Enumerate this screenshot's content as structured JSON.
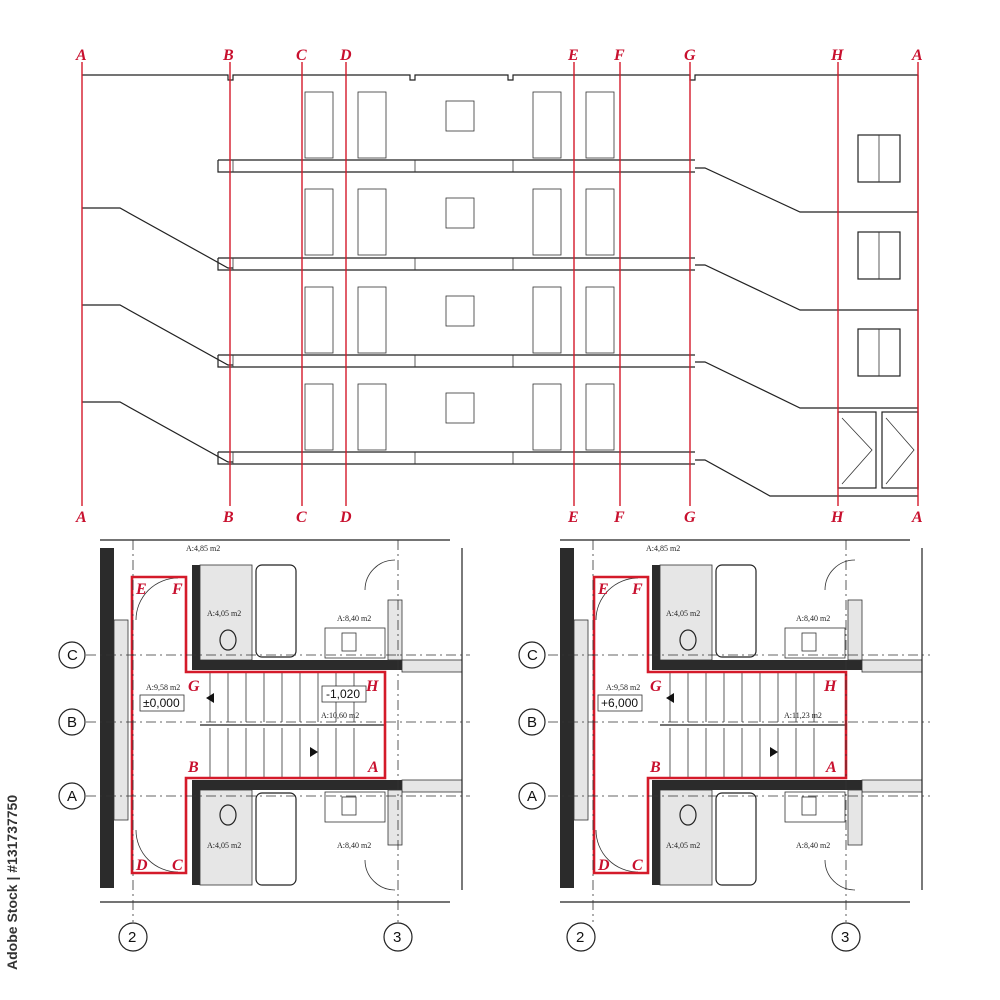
{
  "elevation": {
    "top_labels": [
      "A",
      "B",
      "C",
      "D",
      "E",
      "F",
      "G",
      "H",
      "A"
    ],
    "bottom_labels": [
      "A",
      "B",
      "C",
      "D",
      "E",
      "F",
      "G",
      "H",
      "A"
    ]
  },
  "plan_left": {
    "section_labels": [
      "E",
      "F",
      "G",
      "H",
      "B",
      "A",
      "D",
      "C"
    ],
    "axis_rows": [
      "C",
      "B",
      "A"
    ],
    "axis_cols": [
      "2",
      "3"
    ],
    "level": "±0,000",
    "level2": "-1,020",
    "rooms": [
      "A:4,85 m2",
      "A:4,05 m2",
      "A:8,40 m2",
      "A:9,58 m2",
      "A:10,60 m2",
      "A:4,05 m2",
      "A:8,40 m2"
    ]
  },
  "plan_right": {
    "section_labels": [
      "E",
      "F",
      "G",
      "H",
      "B",
      "A",
      "D",
      "C"
    ],
    "axis_rows": [
      "C",
      "B",
      "A"
    ],
    "axis_cols": [
      "2",
      "3"
    ],
    "level": "+6,000",
    "rooms": [
      "A:4,85 m2",
      "A:4,05 m2",
      "A:8,40 m2",
      "A:9,58 m2",
      "A:11,23 m2",
      "A:4,05 m2",
      "A:8,40 m2"
    ]
  },
  "watermark": "Adobe Stock | #131737750"
}
